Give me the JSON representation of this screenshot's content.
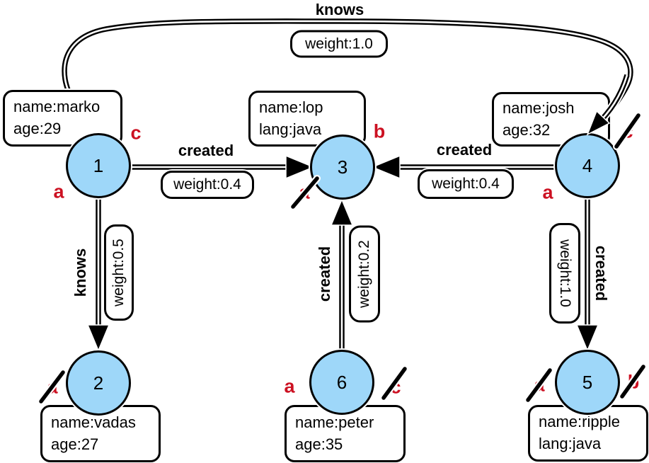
{
  "diagram": {
    "type": "property-graph",
    "background_color": "#ffffff",
    "node_fill_color": "#9ED7F9",
    "node_border_color": "#000000",
    "edge_color": "#000000",
    "marker_color": "#CC1122"
  },
  "nodes": [
    {
      "id": "1",
      "properties": [
        "name:marko",
        "age:29"
      ],
      "markers": [
        {
          "letter": "c",
          "struck": false
        },
        {
          "letter": "a",
          "struck": false
        }
      ]
    },
    {
      "id": "2",
      "properties": [
        "name:vadas",
        "age:27"
      ],
      "markers": [
        {
          "letter": "a",
          "struck": true
        }
      ]
    },
    {
      "id": "3",
      "properties": [
        "name:lop",
        "lang:java"
      ],
      "markers": [
        {
          "letter": "b",
          "struck": false
        },
        {
          "letter": "a",
          "struck": true
        }
      ]
    },
    {
      "id": "4",
      "properties": [
        "name:josh",
        "age:32"
      ],
      "markers": [
        {
          "letter": "c",
          "struck": true
        },
        {
          "letter": "a",
          "struck": false
        }
      ]
    },
    {
      "id": "5",
      "properties": [
        "name:ripple",
        "lang:java"
      ],
      "markers": [
        {
          "letter": "a",
          "struck": true
        },
        {
          "letter": "b",
          "struck": true
        }
      ]
    },
    {
      "id": "6",
      "properties": [
        "name:peter",
        "age:35"
      ],
      "markers": [
        {
          "letter": "a",
          "struck": false
        },
        {
          "letter": "c",
          "struck": true
        }
      ]
    }
  ],
  "edges": [
    {
      "label": "knows",
      "weight": "weight:1.0",
      "source": "1",
      "target": "4"
    },
    {
      "label": "created",
      "weight": "weight:0.4",
      "source": "1",
      "target": "3"
    },
    {
      "label": "created",
      "weight": "weight:0.4",
      "source": "4",
      "target": "3"
    },
    {
      "label": "knows",
      "weight": "weight:0.5",
      "source": "1",
      "target": "2"
    },
    {
      "label": "created",
      "weight": "weight:0.2",
      "source": "6",
      "target": "3"
    },
    {
      "label": "created",
      "weight": "weight:1.0",
      "source": "4",
      "target": "5"
    }
  ]
}
